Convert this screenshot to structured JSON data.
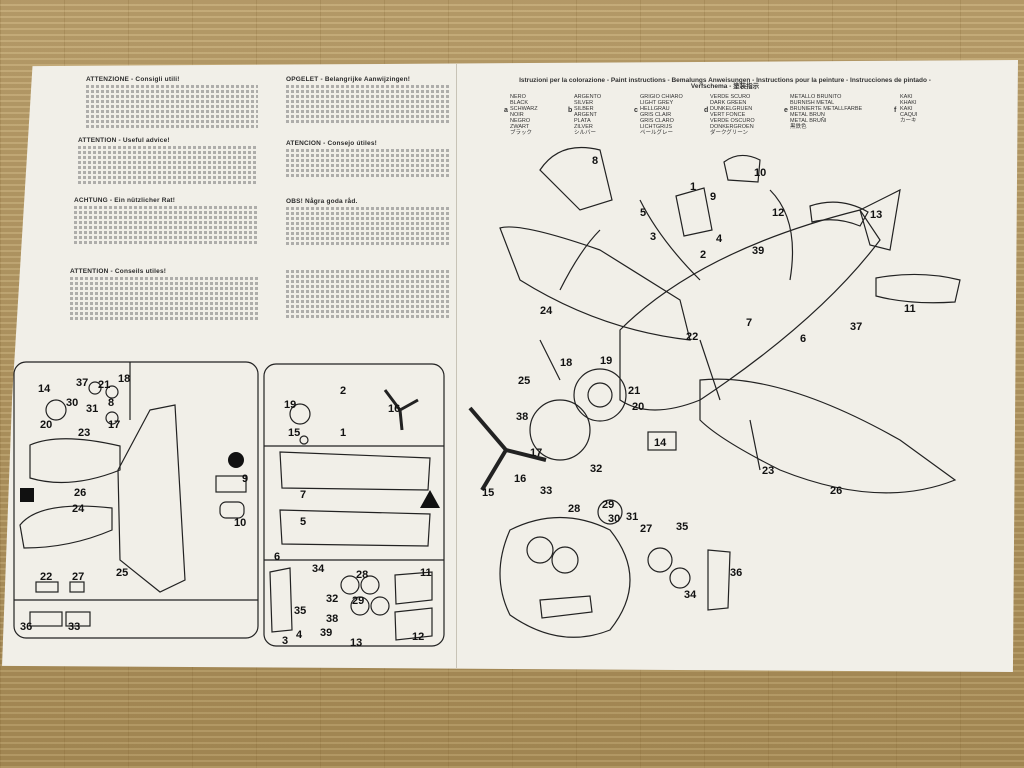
{
  "left_page": {
    "sections": [
      {
        "heading": "ATTENZIONE - Consigli utili!"
      },
      {
        "heading": "ATTENTION - Useful advice!"
      },
      {
        "heading": "ACHTUNG - Ein nützlicher Rat!"
      },
      {
        "heading": "ATTENTION - Conseils utiles!"
      }
    ],
    "middle_sections": [
      {
        "heading": "OPGELET - Belangrijke Aanwijzingen!"
      },
      {
        "heading": "ATENCION - Consejo útiles!"
      },
      {
        "heading": "OBS! Några goda råd."
      }
    ],
    "sprue_a_numbers": [
      "14",
      "37",
      "21",
      "18",
      "30",
      "31",
      "8",
      "20",
      "23",
      "17",
      "26",
      "24",
      "25",
      "22",
      "27",
      "36",
      "33"
    ],
    "sprue_b_numbers": [
      "19",
      "2",
      "16",
      "15",
      "1",
      "7",
      "5",
      "9",
      "10",
      "34",
      "32",
      "28",
      "29",
      "11",
      "35",
      "38",
      "39",
      "4",
      "3",
      "13",
      "12",
      "6"
    ]
  },
  "paint_instructions": {
    "title": "Istruzioni per la colorazione - Paint instructions - Bemalungs Anweisungen - Instructions pour la peinture - Instrucciones de pintado - Verfschema - 塗装指示",
    "colors": [
      {
        "letter": "a",
        "names": [
          "NERO",
          "BLACK",
          "SCHWARZ",
          "NOIR",
          "NEGRO",
          "ZWART",
          "ブラック"
        ]
      },
      {
        "letter": "b",
        "names": [
          "ARGENTO",
          "SILVER",
          "SILBER",
          "ARGENT",
          "PLATA",
          "ZILVER",
          "シルバー"
        ]
      },
      {
        "letter": "c",
        "names": [
          "GRIGIO CHIARO",
          "LIGHT GREY",
          "HELLGRAU",
          "GRIS CLAIR",
          "GRIS CLARO",
          "LICHTGRIJS",
          "ペールグレー"
        ]
      },
      {
        "letter": "d",
        "names": [
          "VERDE SCURO",
          "DARK GREEN",
          "DUNKELGRUEN",
          "VERT FONCE",
          "VERDE OSCURO",
          "DONKERGROEN",
          "ダークグリーン"
        ]
      },
      {
        "letter": "e",
        "names": [
          "METALLO BRUNITO",
          "BURNISH METAL",
          "BRUNIERTE METALLFARBE",
          "METAL BRUN",
          "METAL BRUÑI",
          "黒鉄色"
        ]
      },
      {
        "letter": "f",
        "names": [
          "KAKI",
          "KHAKI",
          "KAKI",
          "CAQUI",
          "カーキ"
        ]
      }
    ]
  },
  "assembly_labels": [
    "8",
    "10",
    "1",
    "9",
    "5",
    "3",
    "2",
    "4",
    "12",
    "13",
    "39",
    "24",
    "7",
    "22",
    "37",
    "11",
    "6",
    "25",
    "18",
    "19",
    "21",
    "20",
    "38",
    "14",
    "17",
    "23",
    "26",
    "15",
    "16",
    "33",
    "32",
    "28",
    "29",
    "30",
    "31",
    "27",
    "35",
    "36",
    "34"
  ]
}
